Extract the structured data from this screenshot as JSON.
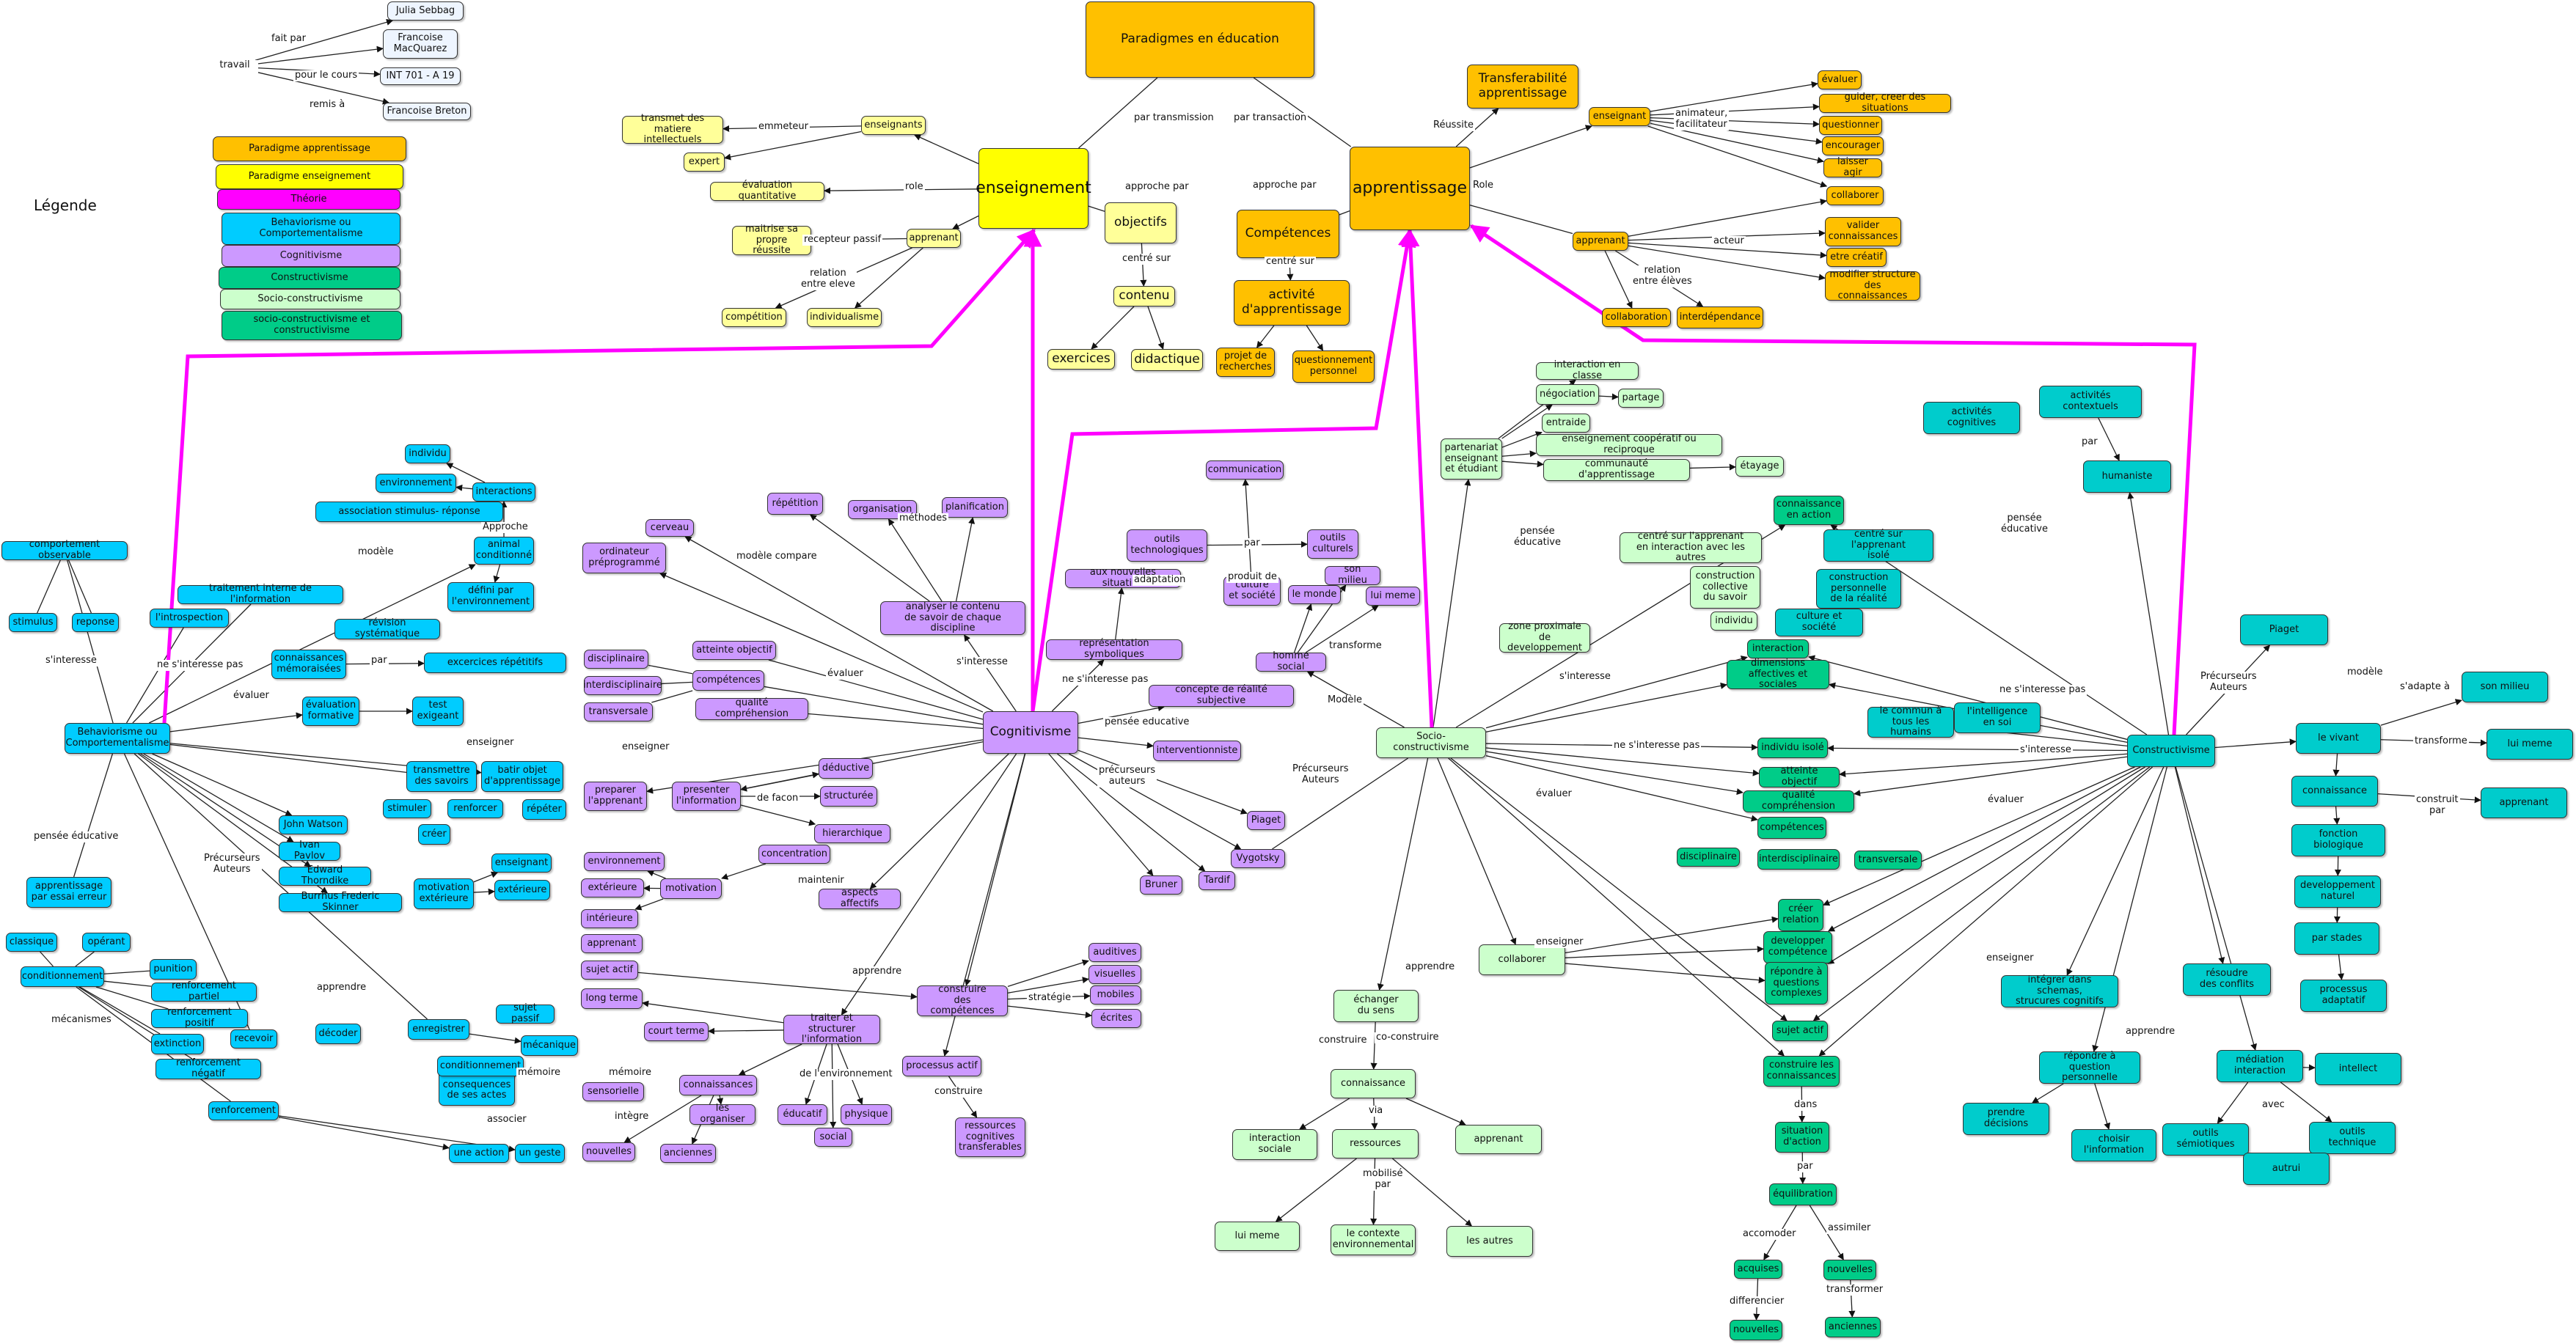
{
  "legend": {
    "title": "Légende",
    "items": [
      "Paradigme apprentissage",
      "Paradigme enseignement",
      "Théorie",
      "Behaviorisme ou\nComportementalisme",
      "Cognitivisme",
      "Constructivisme",
      "Socio-constructivisme",
      "socio-constructivisme et constructivisme"
    ]
  },
  "meta": {
    "travail": "travail",
    "fait_par": "fait par",
    "pour_le_cours": "pour le cours",
    "remis_a": "remis à",
    "author1": "Julia Sebbag",
    "author2": "Francoise\nMacQuarez",
    "course": "INT 701 - A 19",
    "teacher": "Francoise Breton"
  },
  "main": {
    "title": "Paradigmes en éducation",
    "par_transmission": "par transmission",
    "par_transaction": "par transaction",
    "enseignement": "enseignement",
    "apprentissage": "apprentissage",
    "transferabilite": "Transferabilité\napprentissage",
    "reussite": "Réussite"
  },
  "ens": {
    "enseignants": "enseignants",
    "emmeteur": "emmeteur",
    "transmet": "transmet des\nmatiere intellectuels",
    "expert": "expert",
    "role": "role",
    "eval_quant": "évaluation quantitative",
    "apprenant": "apprenant",
    "recepteur_passif": "recepteur passif",
    "maitrise": "maitrise sa\npropre réussite",
    "relation": "relation\nentre eleve",
    "competition": "compétition",
    "individualisme": "individualisme",
    "approche_par": "approche par",
    "objectifs": "objectifs",
    "centre_sur": "centré sur",
    "contenu": "contenu",
    "exercices": "exercices",
    "didactique": "didactique"
  },
  "app": {
    "approche_par": "approche par",
    "competences": "Compétences",
    "centre_sur": "centré sur",
    "activite": "activité\nd'apprentissage",
    "projet": "projet de\nrecherches",
    "questionnement": "questionnement\npersonnel",
    "role": "Role",
    "enseignant": "enseignant",
    "animateur": "animateur,\nfacilitateur",
    "evaluer": "évaluer",
    "guider": "guider, creer des situations",
    "questionner": "questionner",
    "encourager": "encourager",
    "laisser_agir": "laisser agir",
    "collaborer": "collaborer",
    "apprenant": "apprenant",
    "acteur": "acteur",
    "valider": "valider\nconnaissances",
    "etre_creatif": "etre créatif",
    "modifier": "modifier structure\ndes connaissances",
    "relation": "relation\nentre élèves",
    "collaboration": "collaboration",
    "interdependance": "interdépendance"
  },
  "cog": {
    "cognitivisme": "Cognitivisme",
    "repetition": "répétition",
    "organisation": "organisation",
    "planification": "planification",
    "methodes": "méthodes",
    "analyser": "analyser le contenu\nde savoir de chaque discipline",
    "cerveau": "cerveau",
    "ordinateur": "ordinateur\npréprogrammé",
    "modele_compare": "modèle compare",
    "sinteresse": "s'interesse",
    "disciplinaire": "disciplinaire",
    "interdisciplinaire": "interdisciplinaire",
    "transversale": "transversale",
    "competences": "compétences",
    "atteinte": "atteinte objectif",
    "qualite": "qualité compréhension",
    "evaluer": "évaluer",
    "enseigner": "enseigner",
    "preparer": "preparer\nl'apprenant",
    "presenter": "presenter\nl'information",
    "de_facon": "de facon",
    "deductive": "déductive",
    "structuree": "structurée",
    "hierarchique": "hierarchique",
    "concentration": "concentration",
    "maintenir": "maintenir",
    "aspects": "aspects affectifs",
    "environnement": "environnement",
    "exterieure": "extérieure",
    "motivation": "motivation",
    "interieure": "intérieure",
    "apprenant": "apprenant",
    "sujet_actif": "sujet actif",
    "apprendre": "apprendre",
    "long_terme": "long terme",
    "court_terme": "court terme",
    "memoire": "mémoire",
    "sensorielle": "sensorielle",
    "traiter": "traiter et structurer\nl'information",
    "connaissances": "connaissances",
    "les_organiser": "les organiser",
    "integre": "intègre",
    "nouvelles": "nouvelles",
    "anciennes": "anciennes",
    "de_env": "de l'environnement",
    "educatif": "éducatif",
    "physique": "physique",
    "social": "social",
    "construire": "construire\ndes compétences",
    "strategie": "stratégie",
    "auditives": "auditives",
    "visuelles": "visuelles",
    "mobiles": "mobiles",
    "ecrites": "écrites",
    "processus": "processus actif",
    "construire2": "construire",
    "ressources": "ressources\ncognitives\ntransferables",
    "outils_tech": "outils\ntechnologiques",
    "par": "par",
    "outils_cult": "outils\nculturels",
    "communication": "communication",
    "culture": "culture\net société",
    "produit_de": "produit de",
    "aux_nouvelles": "aux nouvelles situation",
    "adaptation": "adaptation",
    "representation": "représentation symboliques",
    "ne_sinteresse_pas": "ne s'interesse pas",
    "concepte": "concepte de réalité subjective",
    "pensee_educative": "pensée educative",
    "interventionniste": "interventionniste",
    "precurseurs": "précurseurs\nauteurs",
    "piaget": "Piaget",
    "vygotsky": "Vygotsky",
    "tardif": "Tardif",
    "bruner": "Bruner"
  },
  "soc": {
    "homme_social": "homme social",
    "son_milieu": "son milieu",
    "le_monde": "le monde",
    "lui_meme": "lui meme",
    "transforme": "transforme",
    "modele": "Modèle",
    "socio": "Socio-constructivisme",
    "precurseurs": "Précurseurs\nAuteurs",
    "interaction_classe": "interaction en classe",
    "negociation": "négociation",
    "partage": "partage",
    "entraide": "entraide",
    "enseignement_coop": "enseignement coopératif ou reciproque",
    "communaute": "communauté d'apprentissage",
    "etayage": "étayage",
    "partenariat": "partenariat\nenseignant\net étudiant",
    "pensee_educative": "pensée\néducative",
    "centre_interaction": "centré sur l'apprenant\nen interaction avec les autres",
    "construction_coll": "construction\ncollective\ndu savoir",
    "zone": "zone proximale\nde developpement",
    "individu": "individu",
    "sinteresse": "s'interesse",
    "ne_sinteresse_pas": "ne s'interesse pas",
    "evaluer": "évaluer",
    "enseigner": "enseigner",
    "collaborer": "collaborer",
    "apprendre": "apprendre",
    "echanger": "échanger\ndu sens",
    "construire": "construire",
    "coconstruire": "co-construire",
    "connaissance": "connaissance",
    "via": "via",
    "interaction_sociale": "interaction\nsociale",
    "ressources": "ressources",
    "apprenant": "apprenant",
    "mobilise_par": "mobilisé\npar",
    "lui_meme2": "lui meme",
    "contexte": "le contexte\nenvironnemental",
    "les_autres": "les autres"
  },
  "both": {
    "connaissance_action": "connaissance\nen action",
    "centre_isole": "centré sur l'apprenant\nisolé",
    "construction_perso": "construction\npersonnelle\nde la réalité",
    "culture_societe": "culture et société",
    "interaction": "interaction",
    "dimensions": "dimensions\naffectives et sociales",
    "individu_isole": "individu isolé",
    "atteinte": "atteinte objectif",
    "qualite": "qualité compréhension",
    "competences": "compétences",
    "disciplinaire": "disciplinaire",
    "interdisciplinaire": "interdisciplinaire",
    "transversale": "transversale",
    "creer_relation": "créer\nrelation",
    "developper": "developper\ncompétence",
    "repondre": "répondre à\nquestions\ncomplexes",
    "sujet_actif": "sujet actif",
    "construire_conn": "construire les\nconnaissances",
    "dans": "dans",
    "situation": "situation\nd'action",
    "par": "par",
    "equilibration": "équilibration",
    "accomoder": "accomoder",
    "assimiler": "assimiler",
    "acquises": "acquises",
    "nouvelles": "nouvelles",
    "differencier": "differencier",
    "transformer": "transformer",
    "nouvelles2": "nouvelles",
    "anciennes": "anciennes"
  },
  "cons": {
    "constructivisme": "Constructivisme",
    "activites_cog": "activités cognitives",
    "activites_ctx": "activités contextuels",
    "par": "par",
    "humaniste": "humaniste",
    "pensee_educative": "pensée\néducative",
    "piaget": "Piaget",
    "precurseurs": "Précurseurs\nAuteurs",
    "modele": "modèle",
    "le_vivant": "le vivant",
    "sadapte": "s'adapte à",
    "son_milieu": "son milieu",
    "transforme": "transforme",
    "lui_meme": "lui meme",
    "connaissance": "connaissance",
    "construit_par": "construit\npar",
    "apprenant": "apprenant",
    "fonction_bio": "fonction biologique",
    "developpement": "developpement\nnaturel",
    "par_stades": "par stades",
    "processus": "processus\nadaptatif",
    "le_commun": "le commun à\ntous les humains",
    "lintelligence": "l'intelligence\nen soi",
    "sinteresse": "s'interesse",
    "ne_sinteresse_pas": "ne s'interesse pas",
    "evaluer": "évaluer",
    "enseigner": "enseigner",
    "integrer": "intégrer dans schemas,\nstrucures cognitifs",
    "resoudre": "résoudre\ndes conflits",
    "apprendre": "apprendre",
    "repondre": "répondre à question\npersonnelle",
    "prendre": "prendre\ndécisions",
    "choisir": "choisir\nl'information",
    "mediation": "médiation\ninteraction",
    "intellect": "intellect",
    "avec": "avec",
    "outils_sem": "outils\nsémiotiques",
    "outils_tech": "outils\ntechnique",
    "autrui": "autrui"
  },
  "beh": {
    "behaviorisme": "Behaviorisme ou\nComportementalisme",
    "individu": "individu",
    "environnement": "environnement",
    "interactions": "interactions",
    "approche": "Approche",
    "association": "association stimulus- réponse",
    "modele": "modèle",
    "animal": "animal\nconditionné",
    "defini": "défini par\nl'environnement",
    "comportement": "comportement observable",
    "stimulus": "stimulus",
    "reponse": "reponse",
    "sinteresse": "s'interesse",
    "traitement": "traitement interne de l'information",
    "introspection": "l'introspection",
    "ne_sinteresse_pas": "ne s'interesse pas",
    "revision": "révision systématique",
    "connaissances_mem": "connaissances\nmémoraisées",
    "par": "par",
    "exercices_rep": "excercices répétitifs",
    "evaluer": "évaluer",
    "evaluation_form": "évaluation\nformative",
    "test": "test\nexigeant",
    "enseigner": "enseigner",
    "transmettre": "transmettre\ndes savoirs",
    "batir": "batir objet\nd'apprentissage",
    "stimuler": "stimuler",
    "renforcer": "renforcer",
    "repeter": "répéter",
    "creer": "créer",
    "pensee_educative": "pensée éducative",
    "apprentissage_essai": "apprentissage\npar essai erreur",
    "precurseurs": "Précurseurs\nAuteurs",
    "watson": "John Watson",
    "pavlov": "Ivan Pavlov",
    "thorndike": "Edward Thorndike",
    "skinner": "Burrhus Frederic Skinner",
    "classique": "classique",
    "operant": "opérant",
    "conditionnement": "conditionnement",
    "mecanismes": "mécanismes",
    "punition": "punition",
    "renf_partiel": "renforcement partiel",
    "renf_positif": "renforcement positif",
    "extinction": "extinction",
    "renf_negatif": "renforcement négatif",
    "renforcement": "renforcement",
    "motivation_ext": "motivation\nextérieure",
    "enseignant": "enseignant",
    "exterieure": "extérieure",
    "apprendre": "apprendre",
    "sujet_passif": "sujet passif",
    "recevoir": "recevoir",
    "decoder": "décoder",
    "enregistrer": "enregistrer",
    "mecanique": "mécanique",
    "memoire": "mémoire",
    "observer": "observer les\nconsequences\nde ses actes",
    "conditionnement2": "conditionnement",
    "associer": "associer",
    "une_action": "une action",
    "un_geste": "un geste"
  },
  "colors": {
    "magenta": "#ff00ff",
    "paradigm": "#ffc000",
    "enseignement": "#ffff00",
    "cognitivisme": "#cc99ff",
    "behaviorisme": "#00ccff",
    "socio": "#ccffcc",
    "both": "#00cc88",
    "constructivisme": "#00cccc"
  }
}
